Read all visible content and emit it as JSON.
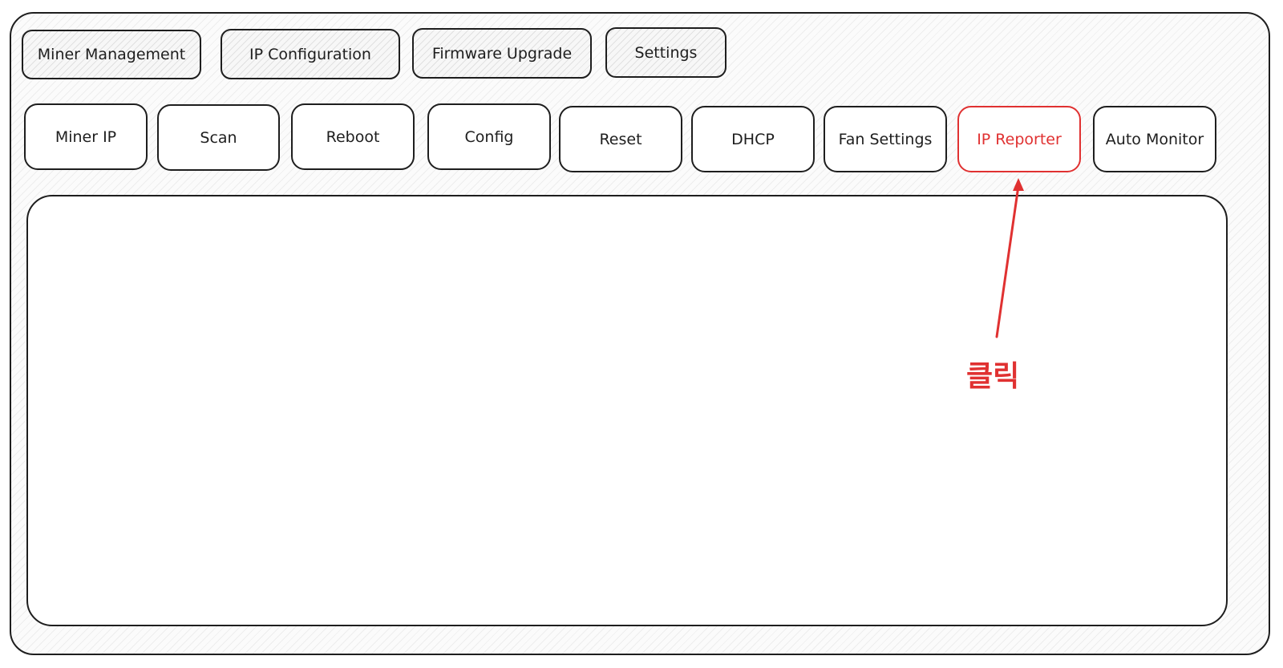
{
  "top_tabs": [
    {
      "label": "Miner Management"
    },
    {
      "label": "IP Configuration"
    },
    {
      "label": "Firmware Upgrade"
    },
    {
      "label": "Settings"
    }
  ],
  "toolbar": {
    "buttons": [
      {
        "label": "Miner IP"
      },
      {
        "label": "Scan"
      },
      {
        "label": "Reboot"
      },
      {
        "label": "Config"
      },
      {
        "label": "Reset"
      },
      {
        "label": "DHCP"
      },
      {
        "label": "Fan Settings"
      },
      {
        "label": "IP Reporter",
        "highlighted": true
      },
      {
        "label": "Auto Monitor"
      }
    ]
  },
  "annotation": {
    "text": "클릭",
    "target": "IP Reporter",
    "color": "#e03131"
  },
  "colors": {
    "stroke": "#1e1e1e",
    "accent": "#e03131"
  }
}
